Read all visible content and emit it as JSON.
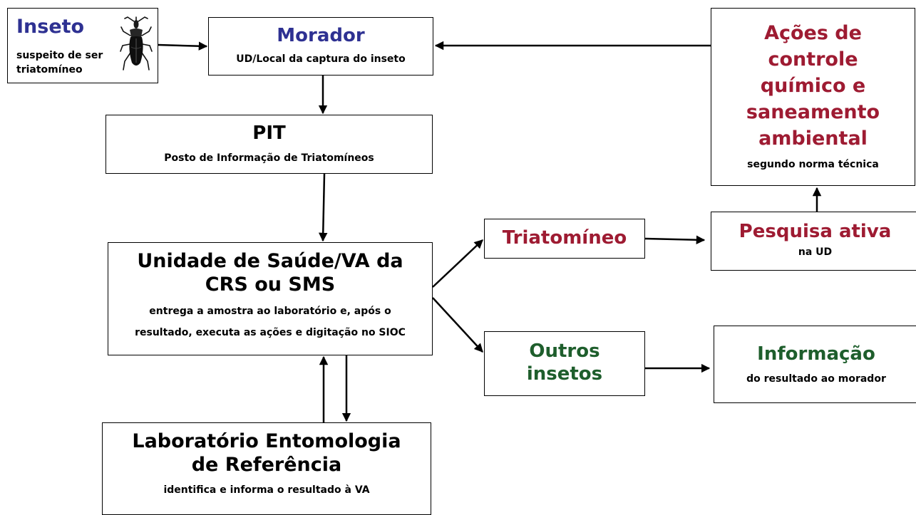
{
  "colors": {
    "blue": "#2e3192",
    "red": "#9e1b32",
    "green": "#1e5e2c",
    "line": "#000000"
  },
  "inseto": {
    "title": "Inseto",
    "subtitle_line1": "suspeito de ser",
    "subtitle_line2": "triatomíneo",
    "icon": "triatomine-bug-icon"
  },
  "morador": {
    "title": "Morador",
    "subtitle": "UD/Local da captura do inseto"
  },
  "pit": {
    "title": "PIT",
    "subtitle": "Posto de Informação de  Triatomíneos"
  },
  "unidade": {
    "title_line1": "Unidade de Saúde/VA da",
    "title_line2": "CRS ou SMS",
    "subtitle_line1": "entrega a amostra ao laboratório e, após o",
    "subtitle_line2": "resultado, executa as ações e digitação no SIOC"
  },
  "laboratorio": {
    "title_line1": "Laboratório Entomologia",
    "title_line2": "de Referência",
    "subtitle": "identifica e informa o resultado à VA"
  },
  "triatomineo": {
    "title": "Triatomíneo"
  },
  "outros": {
    "title_line1": "Outros",
    "title_line2": "insetos"
  },
  "pesquisa": {
    "title": "Pesquisa ativa",
    "subtitle": "na UD"
  },
  "informacao": {
    "title": "Informação",
    "subtitle": "do resultado ao morador"
  },
  "acoes": {
    "title_line1": "Ações de",
    "title_line2": "controle",
    "title_line3": "químico e",
    "title_line4": "saneamento",
    "title_line5": "ambiental",
    "subtitle": "segundo norma técnica"
  }
}
